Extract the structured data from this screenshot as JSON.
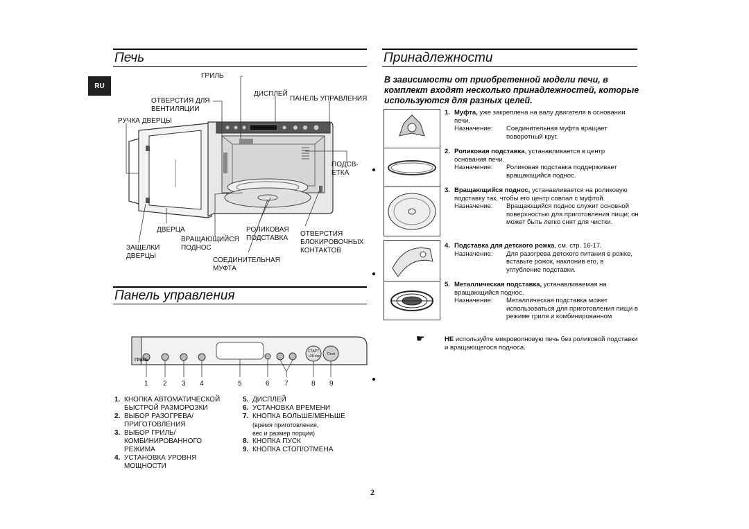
{
  "lang_tab": "RU",
  "sections": {
    "oven_title": "Печь",
    "panel_title": "Панель управления",
    "acc_title": "Принадлежности"
  },
  "oven_labels": {
    "grill": "ГРИЛЬ",
    "display": "ДИСПЛЕЙ",
    "control_panel": "ПАНЕЛЬ УПРАВЛЕНИЯ",
    "vents": "ОТВЕРСТИЯ ДЛЯ\nВЕНТИЛЯЦИИ",
    "door_handle": "РУЧКА ДВЕРЦЫ",
    "light": "ПОДСВ-\nЕТКА",
    "door": "ДВЕРЦА",
    "roller_ring": "РОЛИКОВАЯ\nПОДСТАВКА",
    "interlock_holes": "ОТВЕРСТИЯ\nБЛОКИРОВОЧНЫХ\nКОНТАКТОВ",
    "turntable": "ВРАЩАЮЩИЙСЯ\nПОДНОС",
    "door_latches": "ЗАЩЕЛКИ\nДВЕРЦЫ",
    "coupler": "СОЕДИНИТЕЛЬНАЯ\nМУФТА"
  },
  "panel_numbers": [
    "1",
    "2",
    "3",
    "4",
    "5",
    "6",
    "7",
    "8",
    "9"
  ],
  "panel_small": {
    "grill": "ГРИЛЬ",
    "start": "СТАРТ",
    "start_sub": "+30 сек",
    "stop": "Стоп"
  },
  "legend_left": [
    {
      "n": "1.",
      "t": "КНОПКА АВТОМАТИЧЕСКОЙ\nБЫСТРОЙ РАЗМОРОЗКИ"
    },
    {
      "n": "2.",
      "t": "ВЫБОР РАЗОГРЕВА/\nПРИГОТОВЛЕНИЯ"
    },
    {
      "n": "3.",
      "t": "ВЫБОР ГРИЛЬ/\nКОМБИНИРОВАННОГО\nРЕЖИМА"
    },
    {
      "n": "4.",
      "t": "УСТАНОВКА УРОВНЯ\nМОЩНОСТИ"
    }
  ],
  "legend_right": [
    {
      "n": "5.",
      "t": "ДИСПЛЕЙ"
    },
    {
      "n": "6.",
      "t": "УСТАНОВКА ВРЕМЕНИ"
    },
    {
      "n": "7.",
      "t": "КНОПКА БОЛЬШЕ/МЕНЬШЕ"
    },
    {
      "n": "",
      "t": "(время приготовления,\nвес и размер порции)"
    },
    {
      "n": "8.",
      "t": "КНОПКА ПУСК"
    },
    {
      "n": "9.",
      "t": "КНОПКА СТОП/ОТМЕНА"
    }
  ],
  "acc_intro": "В зависимости от приобретенной модели печи, в комплект входят несколько принадлежностей, которые используются для разных целей.",
  "accessories": [
    {
      "num": "1.",
      "name": "Муфта,",
      "desc": " уже закреплена на валу двигателя в основании печи.",
      "purpose_label": "Назначение:",
      "purpose": "Соединительная муфта вращает поворотный круг."
    },
    {
      "num": "2.",
      "name": "Роликовая подставка",
      "desc": ", устанавливается в центр основания печи.",
      "purpose_label": "Назначение:",
      "purpose": "Роликовая подставка поддерживает вращающийся поднос."
    },
    {
      "num": "3.",
      "name": "Вращающийся поднос,",
      "desc": " устанавливается на роликовую подставку так, чтобы его центр совпал с муфтой.",
      "purpose_label": "Назначение:",
      "purpose": "Вращающийся поднос служит основной поверхностью для приготовления пищи; он может быть легко снят для чистки."
    },
    {
      "num": "4.",
      "name": "Подставка для детского рожка",
      "desc": ", см. стр. 16-17.",
      "purpose_label": "Назначение:",
      "purpose": "Для разогрева детского питания в рожке, вставьте рожок, наклонив его, в углубление подставки."
    },
    {
      "num": "5.",
      "name": "Металлическая подставка,",
      "desc": " устанавливаемая на вращающийся поднос.",
      "purpose_label": "Назначение:",
      "purpose": "Металлическая подставка может использоваться для приготовления пищи в режиме гриля и комбинированном"
    }
  ],
  "note": {
    "bold": "НЕ",
    "text": " используйте микроволновую печь без роликовой подставки и вращающегося подноса."
  },
  "page_number": "2"
}
